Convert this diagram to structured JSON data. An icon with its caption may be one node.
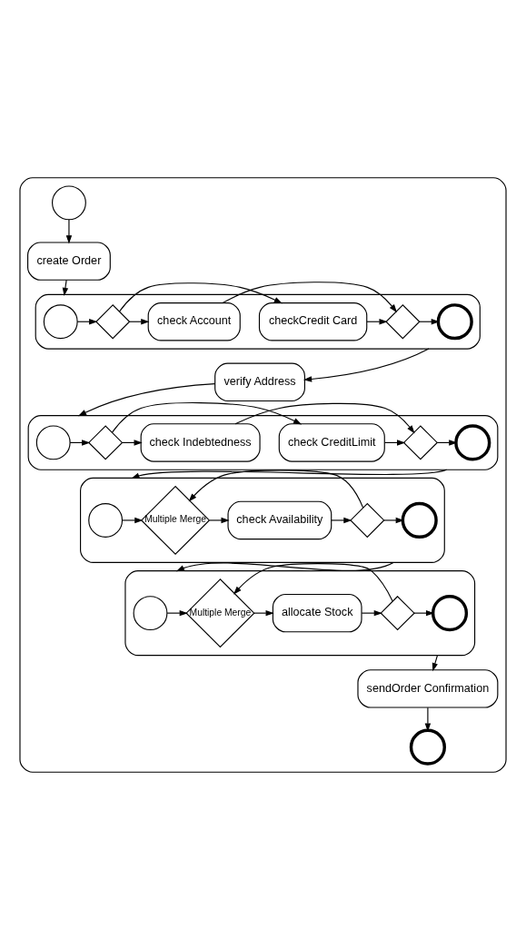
{
  "diagram": {
    "nodes": [
      {
        "text": [],
        "shape": "box"
      },
      {
        "text": [],
        "shape": "circle",
        "in": 0
      },
      {
        "text": [
          "create Order"
        ],
        "in": 0
      },
      {
        "text": [],
        "shape": "box",
        "in": 0
      },
      {
        "text": [],
        "shape": "circle",
        "in": 3
      },
      {
        "text": [],
        "shape": "diamond",
        "in": 3
      },
      {
        "text": [
          "checkCredit Card"
        ],
        "in": 3
      },
      {
        "text": [
          "check Account"
        ],
        "in": 3
      },
      {
        "text": [],
        "shape": "diamond",
        "in": 3
      },
      {
        "text": [],
        "shape": "circle",
        "in": 3
      },
      {
        "text": [
          "verify Address"
        ],
        "in": 0
      },
      {
        "text": [],
        "shape": "box",
        "in": 0
      },
      {
        "text": [],
        "shape": "circle",
        "in": 11
      },
      {
        "text": [],
        "shape": "diamond",
        "in": 11
      },
      {
        "text": [
          "check CreditLimit"
        ],
        "in": 11
      },
      {
        "text": [
          "check Indebtedness"
        ],
        "in": 11
      },
      {
        "text": [],
        "shape": "diamond",
        "in": 11
      },
      {
        "text": [],
        "shape": "circle",
        "in": 11
      },
      {
        "text": [],
        "shape": "box",
        "in": 0
      },
      {
        "text": [],
        "shape": "circle",
        "in": 18
      },
      {
        "text": [
          "Multiple Merge"
        ],
        "in": 18
      },
      {
        "text": [
          "check Availability"
        ],
        "in": 18
      },
      {
        "text": [],
        "shape": "diamond",
        "in": 18
      },
      {
        "text": [],
        "shape": "circle",
        "in": 18
      },
      {
        "text": [],
        "shape": "box",
        "in": 0
      },
      {
        "text": [],
        "shape": "circle",
        "in": 24
      },
      {
        "text": [
          "Multiple Merge"
        ],
        "in": 24
      },
      {
        "text": [
          "allocate Stock"
        ],
        "in": 24
      },
      {
        "text": [],
        "shape": "diamond",
        "in": 24
      },
      {
        "text": [],
        "shape": "circle",
        "in": 24
      },
      {
        "text": [
          "sendOrder Confirmation"
        ],
        "in": 0
      },
      {
        "text": [],
        "shape": "circle",
        "in": 0
      }
    ],
    "edges": [
      {
        "from": 1,
        "to": 2,
        "arrow": "to"
      },
      {
        "from": 2,
        "to": 3,
        "arrow": "to"
      },
      {
        "from": 4,
        "to": 5,
        "arrow": "to"
      },
      {
        "from": 5,
        "to": 6,
        "arrow": "to"
      },
      {
        "from": 5,
        "to": 7,
        "arrow": "to"
      },
      {
        "from": 6,
        "to": 8,
        "arrow": "to"
      },
      {
        "from": 7,
        "to": 8,
        "arrow": "to"
      },
      {
        "from": 8,
        "to": 9,
        "arrow": "to"
      },
      {
        "from": 3,
        "to": 10,
        "arrow": "to"
      },
      {
        "from": 10,
        "to": 11,
        "arrow": "to"
      },
      {
        "from": 12,
        "to": 13,
        "arrow": "to"
      },
      {
        "from": 13,
        "to": 14,
        "arrow": "to"
      },
      {
        "from": 13,
        "to": 15,
        "arrow": "to"
      },
      {
        "from": 14,
        "to": 16,
        "arrow": "to"
      },
      {
        "from": 15,
        "to": 16,
        "arrow": "to"
      },
      {
        "from": 16,
        "to": 17,
        "arrow": "to"
      },
      {
        "from": 11,
        "to": 18,
        "arrow": "to"
      },
      {
        "from": 19,
        "to": 20,
        "arrow": "to"
      },
      {
        "from": 20,
        "to": 21,
        "arrow": "to"
      },
      {
        "from": 21,
        "to": 22,
        "arrow": "to"
      },
      {
        "from": 22,
        "to": 20,
        "arrow": "to"
      },
      {
        "from": 22,
        "to": 23,
        "arrow": "to"
      },
      {
        "from": 18,
        "to": 24,
        "arrow": "to"
      },
      {
        "from": 25,
        "to": 26,
        "arrow": "to"
      },
      {
        "from": 26,
        "to": 27,
        "arrow": "to"
      },
      {
        "from": 27,
        "to": 28,
        "arrow": "to"
      },
      {
        "from": 28,
        "to": 26,
        "arrow": "to"
      },
      {
        "from": 28,
        "to": 29,
        "arrow": "to"
      },
      {
        "from": 24,
        "to": 30,
        "arrow": "to"
      },
      {
        "from": 30,
        "to": 31,
        "arrow": "to"
      }
    ]
  }
}
